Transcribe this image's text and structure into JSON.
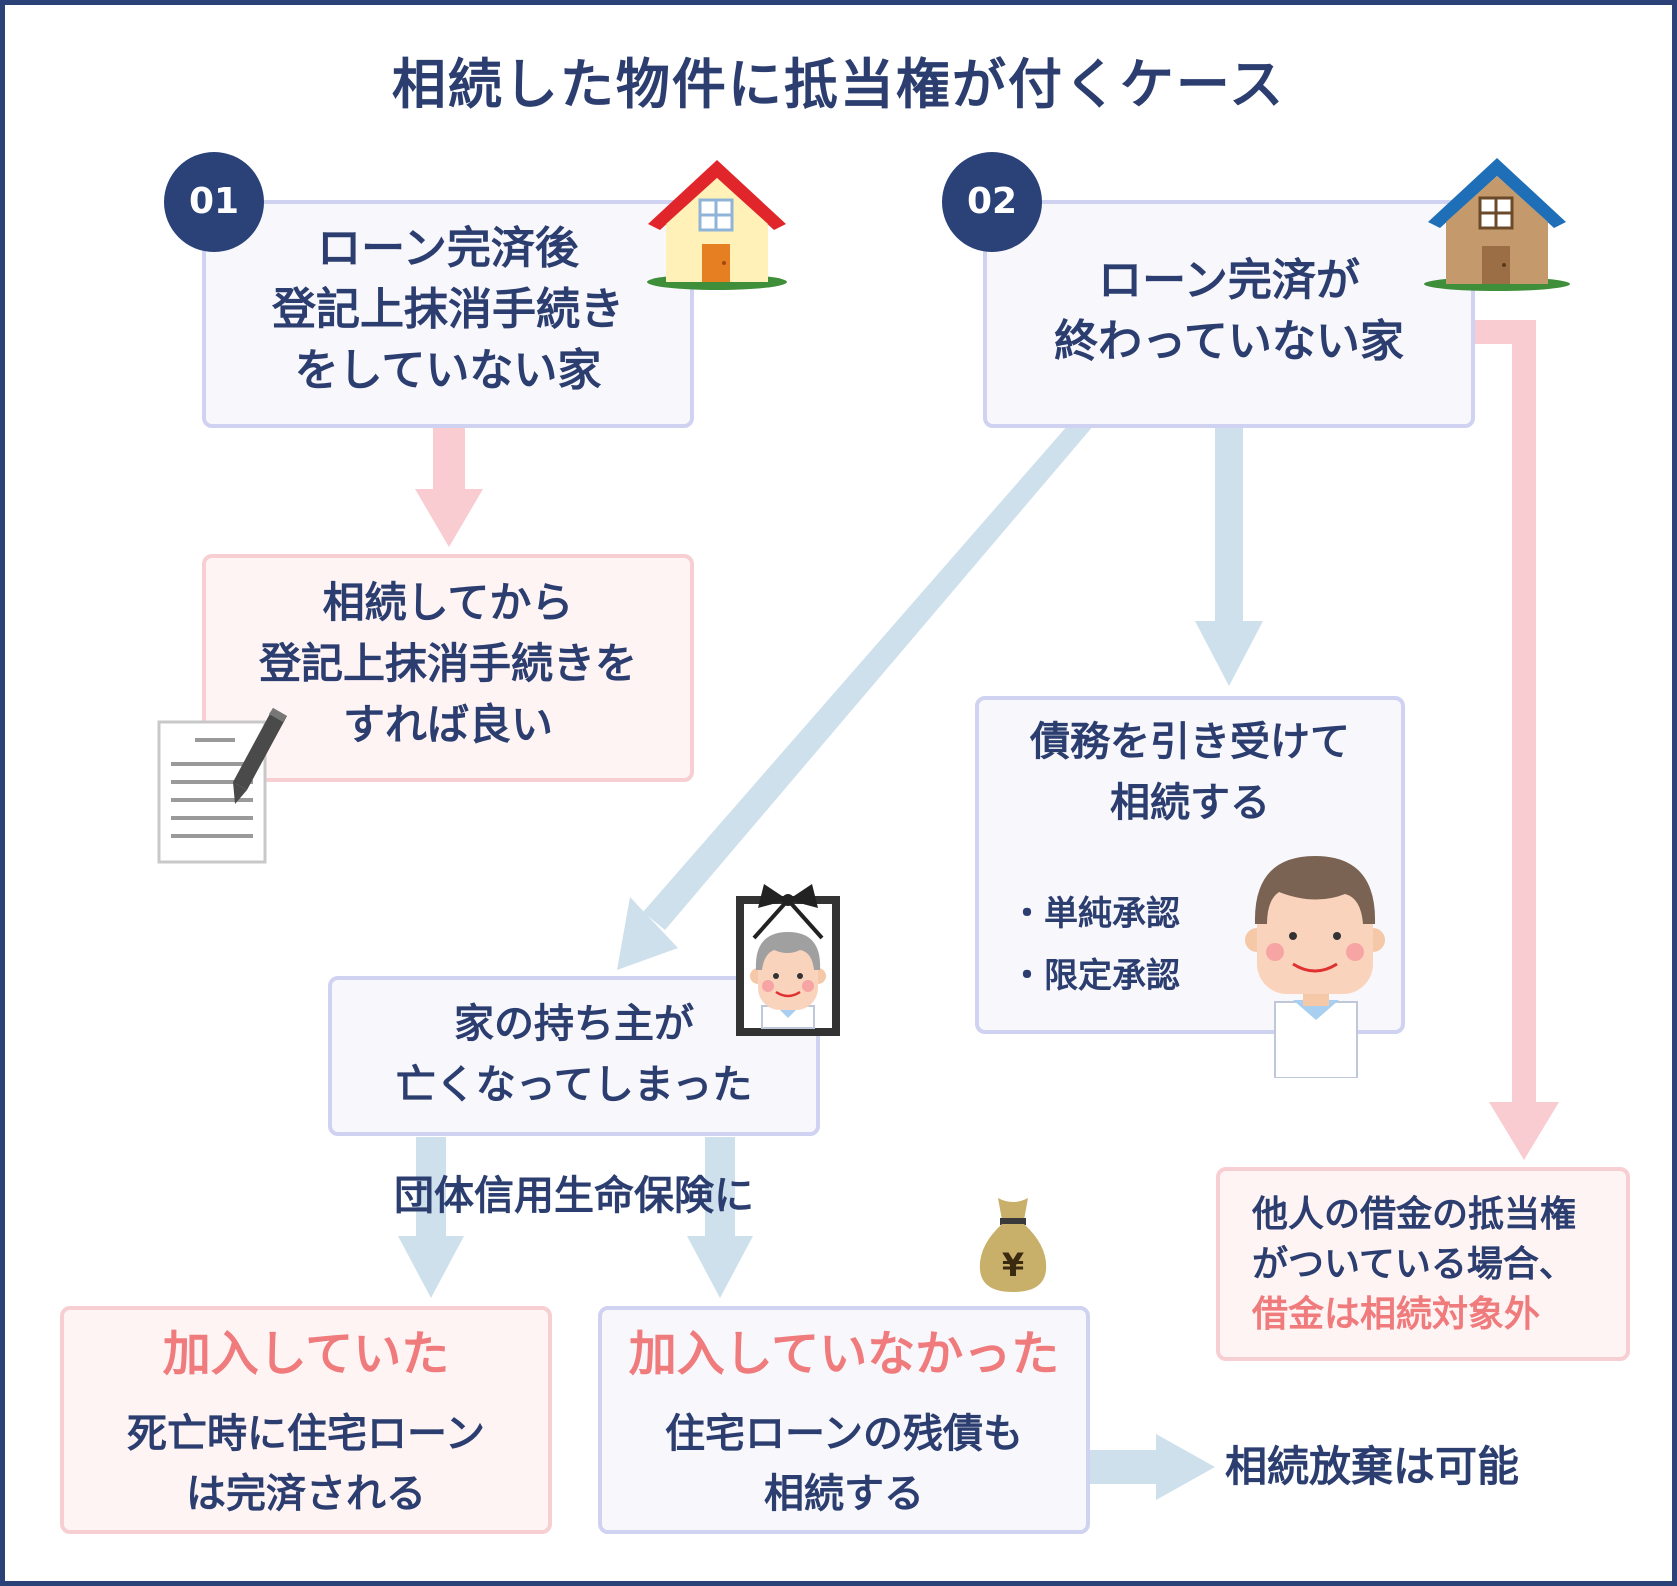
{
  "title": "相続した物件に抵当権が付くケース",
  "case1": {
    "badge": "01",
    "box_lines": [
      "ローン完済後",
      "登記上抹消手続き",
      "をしていない家"
    ],
    "result_lines": [
      "相続してから",
      "登記上抹消手続きを",
      "すれば良い"
    ]
  },
  "case2": {
    "badge": "02",
    "box_lines": [
      "ローン完済が",
      "終わっていない家"
    ],
    "inherit_lines": [
      "債務を引き受けて",
      "相続する"
    ],
    "approval_items": [
      "・単純承認",
      "・限定承認"
    ],
    "death_lines": [
      "家の持ち主が",
      "亡くなってしまった"
    ],
    "insurance_label": "団体信用生命保険に",
    "joined": {
      "heading": "加入していた",
      "lines": [
        "死亡時に住宅ローン",
        "は完済される"
      ]
    },
    "not_joined": {
      "heading": "加入していなかった",
      "lines": [
        "住宅ローンの残債も",
        "相続する"
      ]
    },
    "renounce": "相続放棄は可能",
    "other_debt": {
      "lines": [
        "他人の借金の抵当権",
        "がついている場合、"
      ],
      "highlight": "借金は相続対象外"
    }
  },
  "colors": {
    "navy": "#2a4278",
    "text": "#2c3e70",
    "pink_arrow": "#f8ccd0",
    "blue_arrow": "#cde0ec",
    "accent_red": "#f07b7d"
  },
  "icons": [
    "house-red-roof-icon",
    "house-blue-roof-icon",
    "document-pen-icon",
    "memorial-portrait-icon",
    "young-man-icon",
    "money-bag-yen-icon"
  ],
  "money_bag_symbol": "¥"
}
